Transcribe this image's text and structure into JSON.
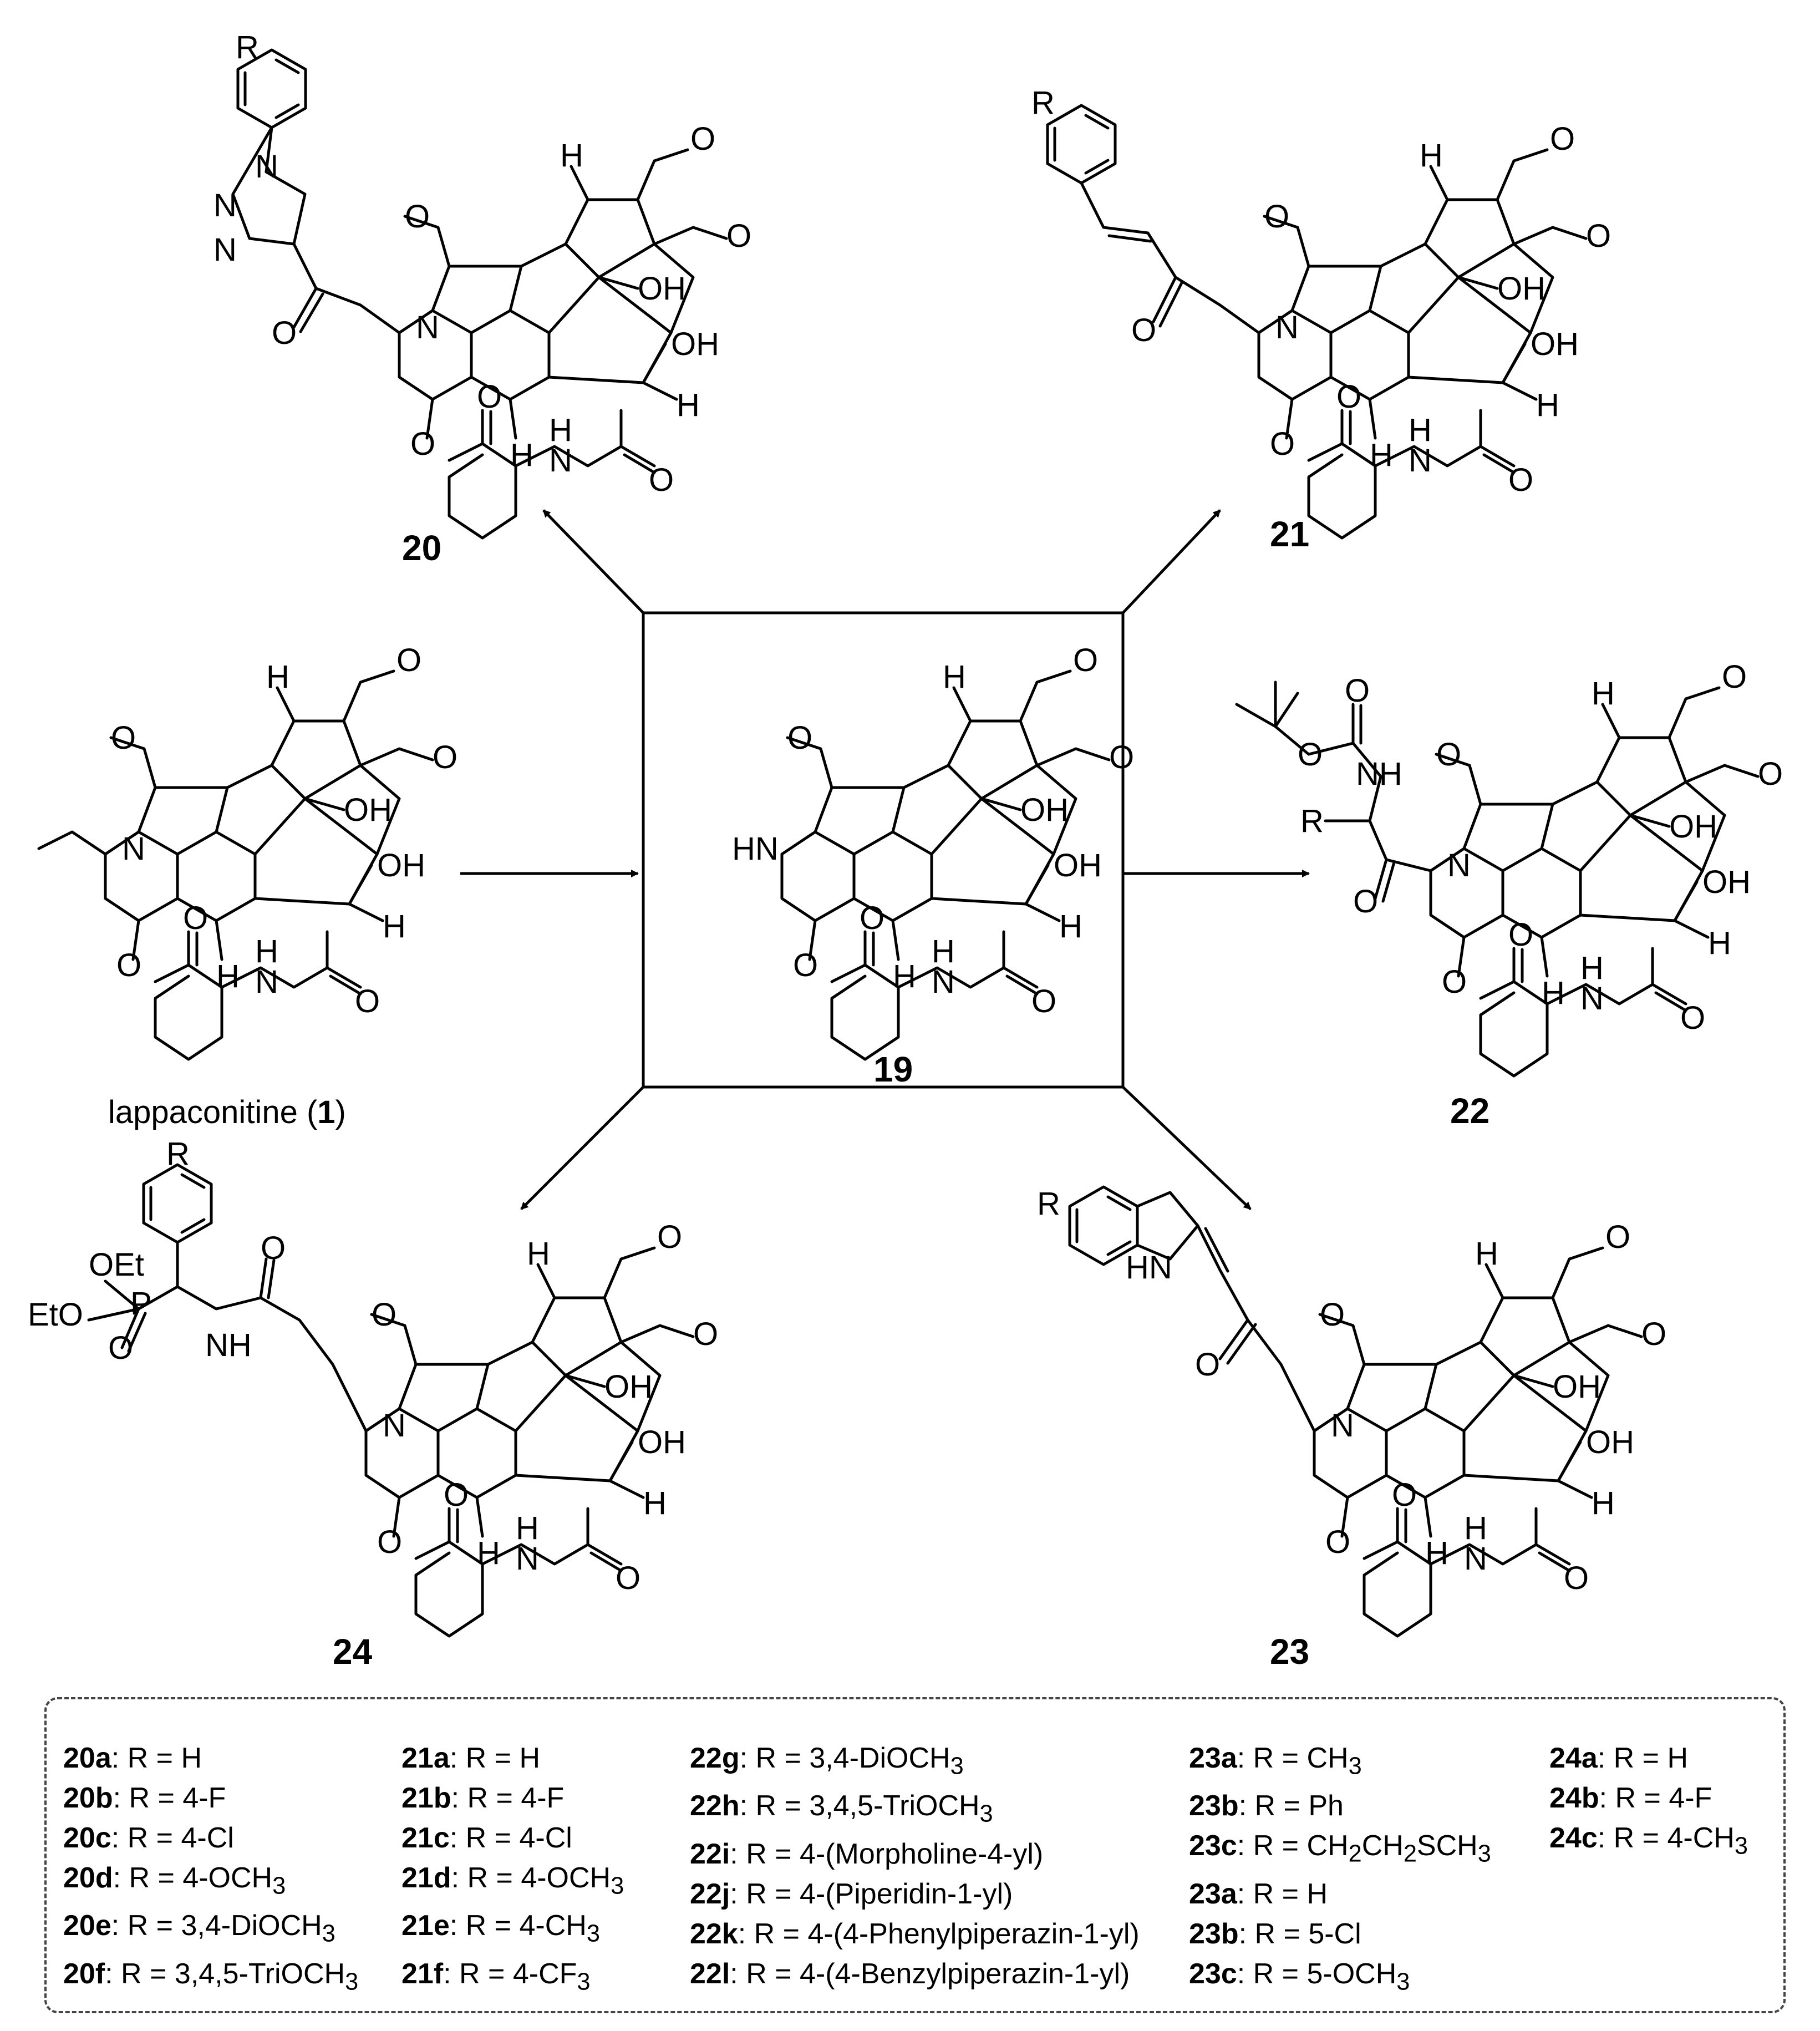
{
  "compounds": [
    {
      "key": "c20",
      "label": "20"
    },
    {
      "key": "c21",
      "label": "21"
    },
    {
      "key": "c19",
      "label": "19"
    },
    {
      "key": "c1",
      "label_pre": "lappaconitine (",
      "label_num": "1",
      "label_post": ")"
    },
    {
      "key": "c22",
      "label": "22"
    },
    {
      "key": "c24",
      "label": "24"
    },
    {
      "key": "c23",
      "label": "23"
    }
  ],
  "atom_labels": {
    "R": "R",
    "OH": "OH",
    "H": "H",
    "N": "N",
    "O": "O",
    "HN": "HN",
    "NH": "NH",
    "OEt": "OEt",
    "EtO": "EtO",
    "P": "P",
    "NN": "N"
  },
  "legend": {
    "col20": [
      {
        "id": "20a",
        "text": ": R = H"
      },
      {
        "id": "20b",
        "text": ": R = 4-F"
      },
      {
        "id": "20c",
        "text": ": R = 4-Cl"
      },
      {
        "id": "20d",
        "text": ": R = 4-OCH",
        "sub": "3"
      },
      {
        "id": "20e",
        "text": ": R = 3,4-DiOCH",
        "sub": "3"
      },
      {
        "id": "20f",
        "text": ": R = 3,4,5-TriOCH",
        "sub": "3"
      }
    ],
    "col21": [
      {
        "id": "21a",
        "text": ": R = H"
      },
      {
        "id": "21b",
        "text": ": R = 4-F"
      },
      {
        "id": "21c",
        "text": ": R = 4-Cl"
      },
      {
        "id": "21d",
        "text": ": R = 4-OCH",
        "sub": "3"
      },
      {
        "id": "21e",
        "text": ": R = 4-CH",
        "sub": "3"
      },
      {
        "id": "21f",
        "text": ": R = 4-CF",
        "sub": "3"
      }
    ],
    "col22": [
      {
        "id": "22g",
        "text": ": R = 3,4-DiOCH",
        "sub": "3"
      },
      {
        "id": "22h",
        "text": ": R = 3,4,5-TriOCH",
        "sub": "3"
      },
      {
        "id": "22i",
        "text": ": R = 4-(Morpholine-4-yl)"
      },
      {
        "id": "22j",
        "text": ": R = 4-(Piperidin-1-yl)"
      },
      {
        "id": "22k",
        "text": ": R = 4-(4-Phenylpiperazin-1-yl)"
      },
      {
        "id": "22l",
        "text": ": R = 4-(4-Benzylpiperazin-1-yl)"
      }
    ],
    "col23": [
      {
        "id": "23a",
        "text": ": R = CH",
        "sub": "3"
      },
      {
        "id": "23b",
        "text": ": R = Ph"
      },
      {
        "id": "23c",
        "text": ": R = CH",
        "sub": "2",
        "text2": "CH",
        "sub2": "2",
        "text3": "SCH",
        "sub3": "3"
      },
      {
        "id": "23a",
        "text": ": R = H"
      },
      {
        "id": "23b",
        "text": ": R = 5-Cl"
      },
      {
        "id": "23c",
        "text": ": R = 5-OCH",
        "sub": "3"
      }
    ],
    "col24": [
      {
        "id": "24a",
        "text": ": R = H"
      },
      {
        "id": "24b",
        "text": ": R = 4-F"
      },
      {
        "id": "24c",
        "text": ": R = 4-CH",
        "sub": "3"
      }
    ]
  }
}
